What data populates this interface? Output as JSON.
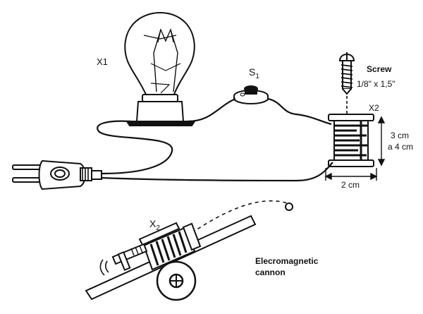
{
  "labels": {
    "lamp": "X1",
    "switch_letter": "S",
    "switch_sub": "1",
    "screw_title": "Screw",
    "screw_size": "1/8\" x 1,5\"",
    "coil_top": "X2",
    "coil_height_1": "3 cm",
    "coil_height_2": "a 4 cm",
    "coil_width": "2 cm",
    "cannon_coil_letter": "X",
    "cannon_coil_sub": "2",
    "cannon_title_1": "Elecromagnetic",
    "cannon_title_2": "cannon"
  }
}
